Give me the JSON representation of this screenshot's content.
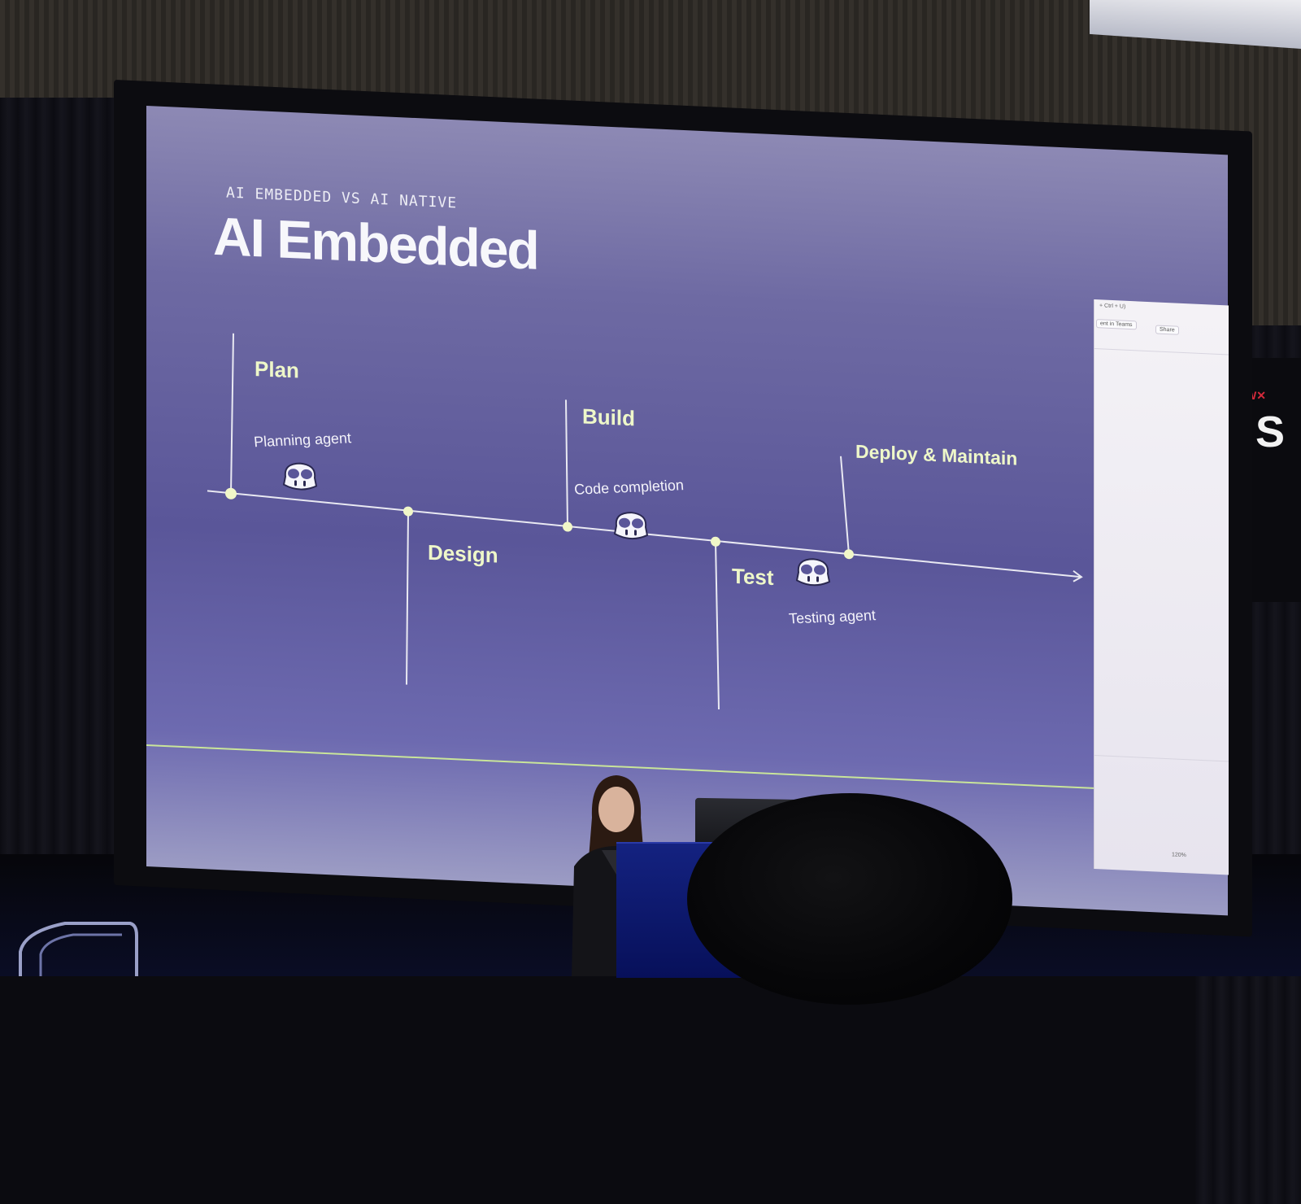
{
  "slide": {
    "eyebrow": "AI EMBEDDED VS AI NATIVE",
    "title": "AI Embedded",
    "stages": [
      {
        "label": "Plan"
      },
      {
        "label": "Design"
      },
      {
        "label": "Build"
      },
      {
        "label": "Test"
      },
      {
        "label": "Deploy & Maintain"
      }
    ],
    "agents": [
      {
        "label": "Planning agent",
        "icon": "copilot-icon"
      },
      {
        "label": "Code completion",
        "icon": "copilot-icon"
      },
      {
        "label": "Testing agent",
        "icon": "copilot-icon"
      }
    ],
    "footer_icon": "github-icon",
    "colors": {
      "stage_text": "#eef7c9",
      "accent_line": "#c9e59a",
      "slide_bg": "#5a5699"
    }
  },
  "side_panel": {
    "shortcut": "+ Ctrl + U)",
    "chip1": "ent in Teams",
    "chip2": "Share",
    "zoom": "120%"
  },
  "venue_sign": {
    "brand": "W✕",
    "letter": "S"
  }
}
